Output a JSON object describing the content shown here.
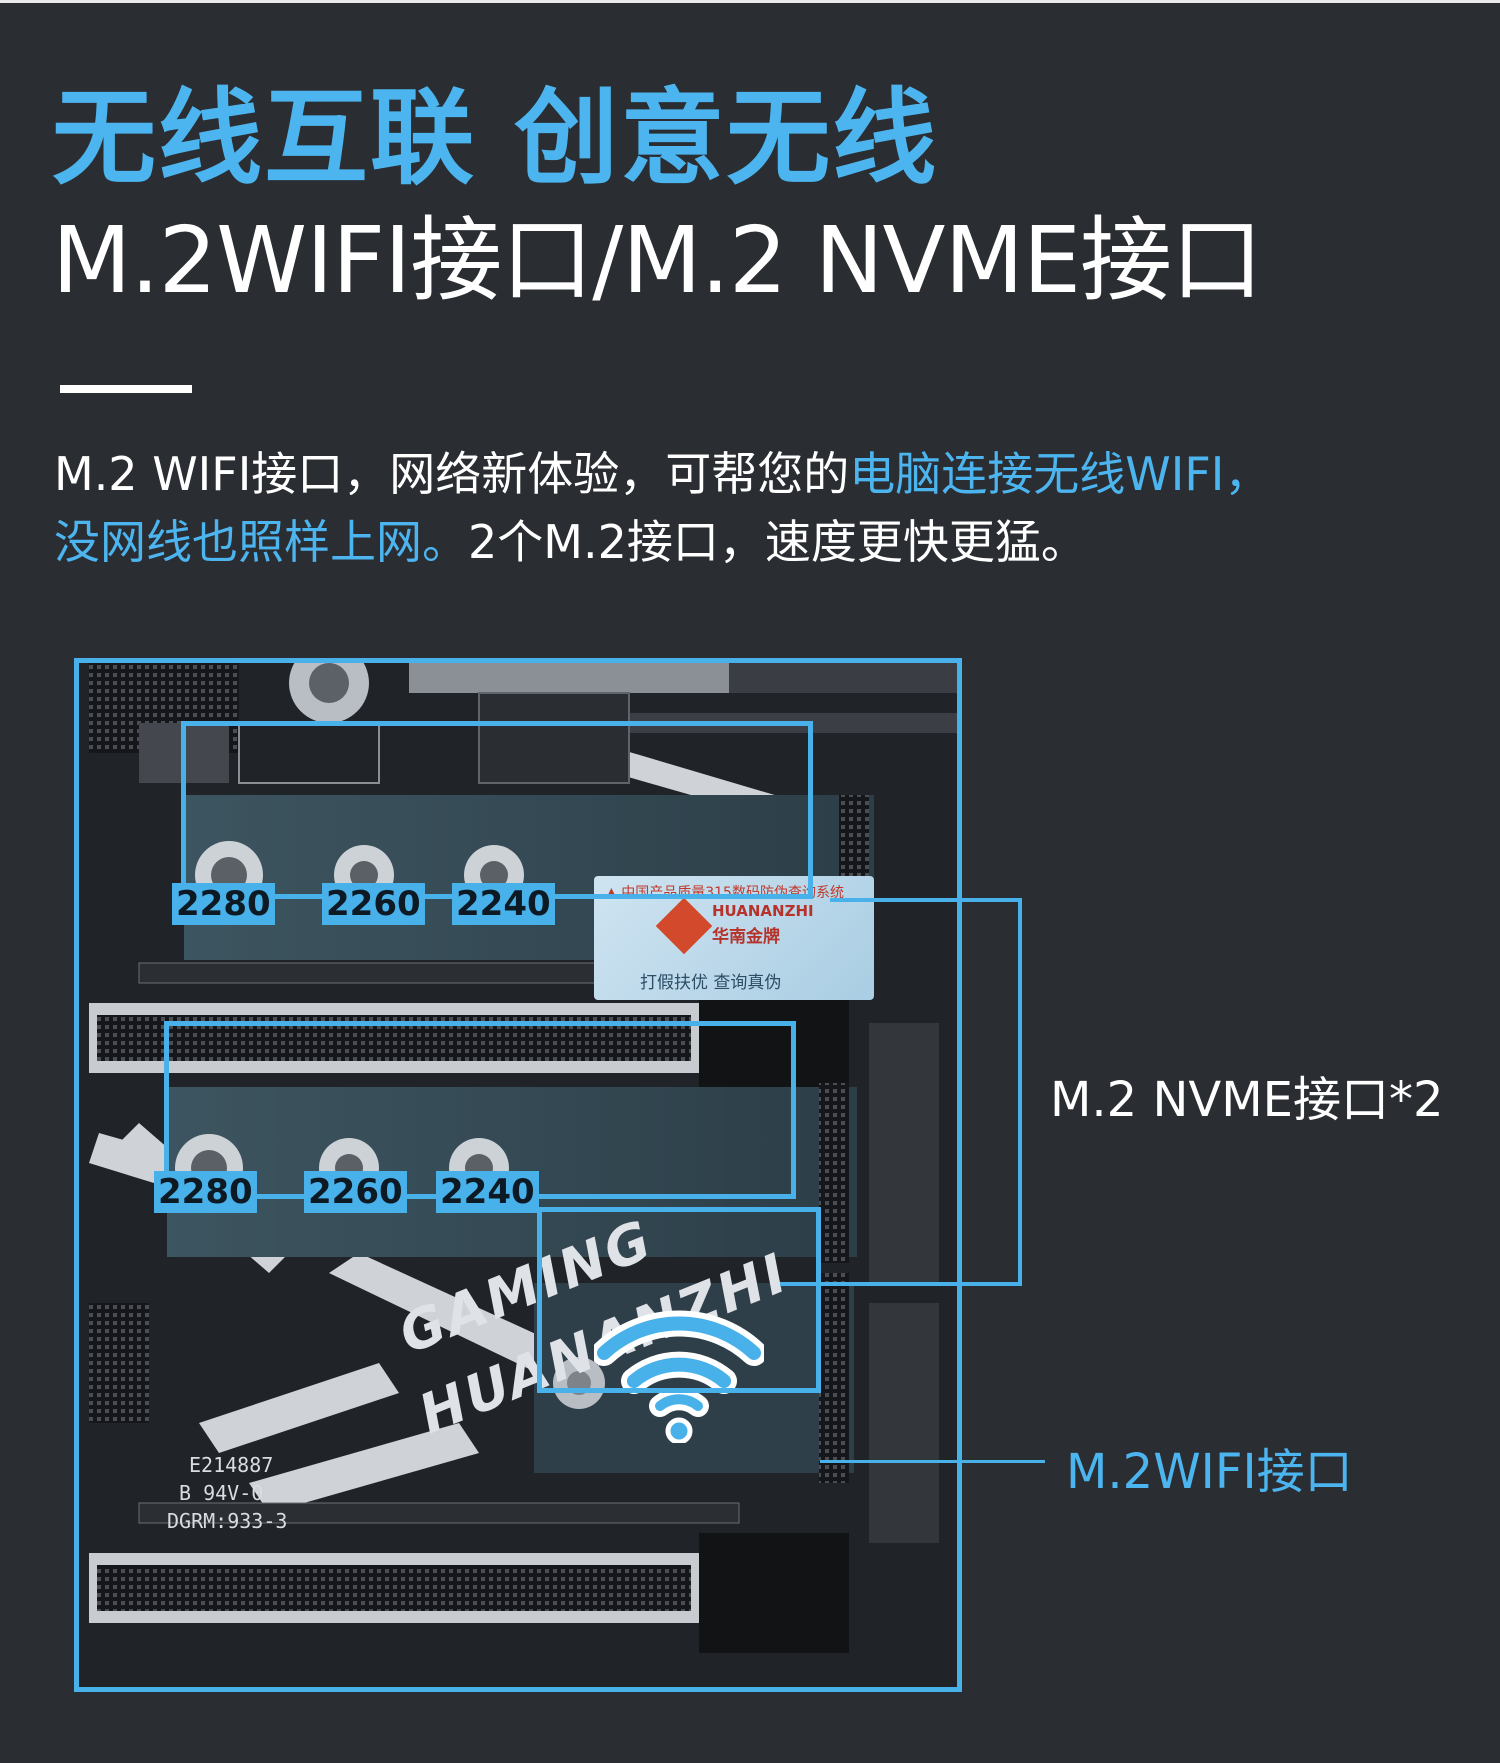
{
  "header": {
    "title": "无线互联 创意无线",
    "subtitle": "M.2WIFI接口/M.2 NVME接口"
  },
  "description": {
    "part1": "M.2 WIFI接口，网络新体验，可帮您的",
    "highlight1": "电脑连接无线WIFI，",
    "highlight2": "没网线也照样上网。",
    "part2": "2个M.2接口，速度更快更猛。"
  },
  "slots": {
    "upper": [
      "2280",
      "2260",
      "2240"
    ],
    "lower": [
      "2280",
      "2260",
      "2240"
    ]
  },
  "callouts": {
    "nvme": "M.2 NVME接口*2",
    "wifi": "M.2WIFI接口"
  },
  "board_text": {
    "brand_line1": "GAMING",
    "brand_line2": "HUANANZHI",
    "silk1": "E214887",
    "silk2": "B  94V-0",
    "silk3": "DGRM:933-3",
    "sticker_top": "▲ 中国产品质量315数码防伪查询系统",
    "sticker_brand": "HUANANZHI",
    "sticker_brand_cn": "华南金牌",
    "sticker_bottom": "打假扶优 查询真伪"
  },
  "colors": {
    "accent": "#4cb4ee",
    "background": "#2a2d32"
  },
  "icons": [
    "wifi-icon"
  ]
}
